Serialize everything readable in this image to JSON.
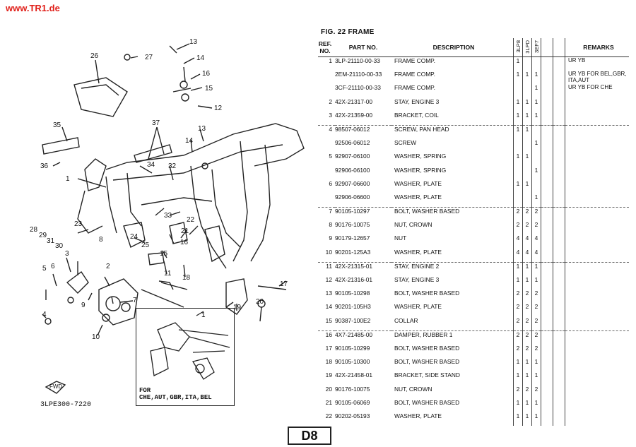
{
  "header": {
    "site": "www.TR1.de"
  },
  "figure": {
    "label": "FIG. 22   FRAME",
    "drawing_no": "3LPE300-7220",
    "page": "D8",
    "inset_label_line1": "FOR",
    "inset_label_line2": "CHE,AUT,GBR,ITA,BEL"
  },
  "table": {
    "headers": {
      "ref": "REF. NO.",
      "part": "PART NO.",
      "desc": "DESCRIPTION",
      "m1": "3LP8",
      "m2": "3LPD",
      "m3": "3EF7",
      "remarks": "REMARKS"
    },
    "rows": [
      {
        "ref": "1",
        "part": "3LP-21110-00-33",
        "desc": "FRAME COMP.",
        "q1": "1",
        "q2": "",
        "q3": "",
        "rem": "UR YB"
      },
      {
        "ref": "",
        "part": "2EM-21110-00-33",
        "desc": "FRAME COMP.",
        "q1": "1",
        "q2": "1",
        "q3": "1",
        "rem": "UR YB FOR BEL,GBR, ITA,AUT"
      },
      {
        "ref": "",
        "part": "3CF-21110-00-33",
        "desc": "FRAME COMP.",
        "q1": "",
        "q2": "",
        "q3": "1",
        "rem": "UR YB FOR CHE"
      },
      {
        "ref": "2",
        "part": "42X-21317-00",
        "desc": "STAY, ENGINE 3",
        "q1": "1",
        "q2": "1",
        "q3": "1",
        "rem": ""
      },
      {
        "ref": "3",
        "part": "42X-21359-00",
        "desc": "BRACKET, COIL",
        "q1": "1",
        "q2": "1",
        "q3": "1",
        "rem": ""
      },
      {
        "ref": "4",
        "part": "98507-06012",
        "desc": "SCREW, PAN HEAD",
        "q1": "1",
        "q2": "1",
        "q3": "",
        "rem": ""
      },
      {
        "ref": "",
        "part": "92506-06012",
        "desc": "SCREW",
        "q1": "",
        "q2": "",
        "q3": "1",
        "rem": ""
      },
      {
        "ref": "5",
        "part": "92907-06100",
        "desc": "WASHER, SPRING",
        "q1": "1",
        "q2": "1",
        "q3": "",
        "rem": ""
      },
      {
        "ref": "",
        "part": "92906-06100",
        "desc": "WASHER, SPRING",
        "q1": "",
        "q2": "",
        "q3": "1",
        "rem": ""
      },
      {
        "ref": "6",
        "part": "92907-06600",
        "desc": "WASHER, PLATE",
        "q1": "1",
        "q2": "1",
        "q3": "",
        "rem": ""
      },
      {
        "ref": "",
        "part": "92906-06600",
        "desc": "WASHER, PLATE",
        "q1": "",
        "q2": "",
        "q3": "1",
        "rem": ""
      },
      {
        "ref": "7",
        "part": "90105-10297",
        "desc": "BOLT, WASHER BASED",
        "q1": "2",
        "q2": "2",
        "q3": "2",
        "rem": ""
      },
      {
        "ref": "8",
        "part": "90176-10075",
        "desc": "NUT, CROWN",
        "q1": "2",
        "q2": "2",
        "q3": "2",
        "rem": ""
      },
      {
        "ref": "9",
        "part": "90179-12657",
        "desc": "NUT",
        "q1": "4",
        "q2": "4",
        "q3": "4",
        "rem": ""
      },
      {
        "ref": "10",
        "part": "90201-125A3",
        "desc": "WASHER, PLATE",
        "q1": "4",
        "q2": "4",
        "q3": "4",
        "rem": ""
      },
      {
        "ref": "11",
        "part": "42X-21315-01",
        "desc": "STAY, ENGINE 2",
        "q1": "1",
        "q2": "1",
        "q3": "1",
        "rem": ""
      },
      {
        "ref": "12",
        "part": "42X-21316-01",
        "desc": "STAY, ENGINE 3",
        "q1": "1",
        "q2": "1",
        "q3": "1",
        "rem": ""
      },
      {
        "ref": "13",
        "part": "90105-10298",
        "desc": "BOLT, WASHER BASED",
        "q1": "2",
        "q2": "2",
        "q3": "2",
        "rem": ""
      },
      {
        "ref": "14",
        "part": "90201-105H3",
        "desc": "WASHER, PLATE",
        "q1": "2",
        "q2": "2",
        "q3": "2",
        "rem": ""
      },
      {
        "ref": "15",
        "part": "90387-100E2",
        "desc": "COLLAR",
        "q1": "2",
        "q2": "2",
        "q3": "2",
        "rem": ""
      },
      {
        "ref": "16",
        "part": "4X7-21485-00",
        "desc": "DAMPER, RUBBER 1",
        "q1": "2",
        "q2": "2",
        "q3": "2",
        "rem": ""
      },
      {
        "ref": "17",
        "part": "90105-10299",
        "desc": "BOLT, WASHER BASED",
        "q1": "2",
        "q2": "2",
        "q3": "2",
        "rem": ""
      },
      {
        "ref": "18",
        "part": "90105-10300",
        "desc": "BOLT, WASHER BASED",
        "q1": "1",
        "q2": "1",
        "q3": "1",
        "rem": ""
      },
      {
        "ref": "19",
        "part": "42X-21458-01",
        "desc": "BRACKET, SIDE STAND",
        "q1": "1",
        "q2": "1",
        "q3": "1",
        "rem": ""
      },
      {
        "ref": "20",
        "part": "90176-10075",
        "desc": "NUT, CROWN",
        "q1": "2",
        "q2": "2",
        "q3": "2",
        "rem": ""
      },
      {
        "ref": "21",
        "part": "90105-06069",
        "desc": "BOLT, WASHER BASED",
        "q1": "1",
        "q2": "1",
        "q3": "1",
        "rem": ""
      },
      {
        "ref": "22",
        "part": "90202-05193",
        "desc": "WASHER, PLATE",
        "q1": "1",
        "q2": "1",
        "q3": "1",
        "rem": ""
      }
    ]
  },
  "callouts": [
    "1",
    "2",
    "3",
    "4",
    "5",
    "6",
    "7",
    "8",
    "9",
    "10",
    "11",
    "12",
    "13",
    "14",
    "15",
    "16",
    "17",
    "18",
    "19",
    "20",
    "21",
    "22",
    "23",
    "24",
    "25",
    "26",
    "27",
    "28",
    "29",
    "30",
    "31",
    "32",
    "33",
    "34",
    "35",
    "36",
    "37",
    "1",
    "4",
    "8",
    "13",
    "14",
    "15",
    "16",
    "21",
    "22",
    "23"
  ]
}
